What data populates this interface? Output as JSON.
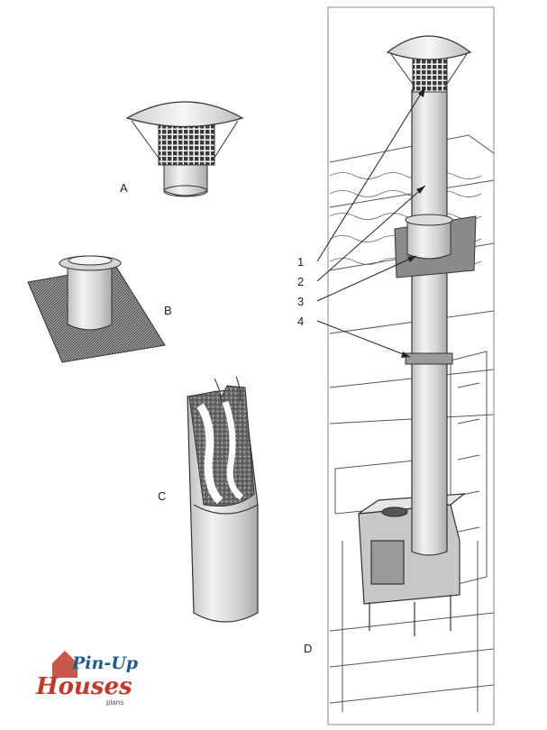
{
  "labels": {
    "a": "A",
    "b": "B",
    "c": "C",
    "d": "D",
    "n1": "1",
    "n2": "2",
    "n3": "3",
    "n4": "4"
  },
  "logo": {
    "line1": "Pin-Up",
    "line2": "Houses",
    "line3": "plans"
  },
  "colors": {
    "stroke": "#333333",
    "metal": "#d9d9d9",
    "flashing": "#8a8a8a",
    "logo_blue": "#1e5a8c",
    "logo_red": "#c0392b"
  }
}
